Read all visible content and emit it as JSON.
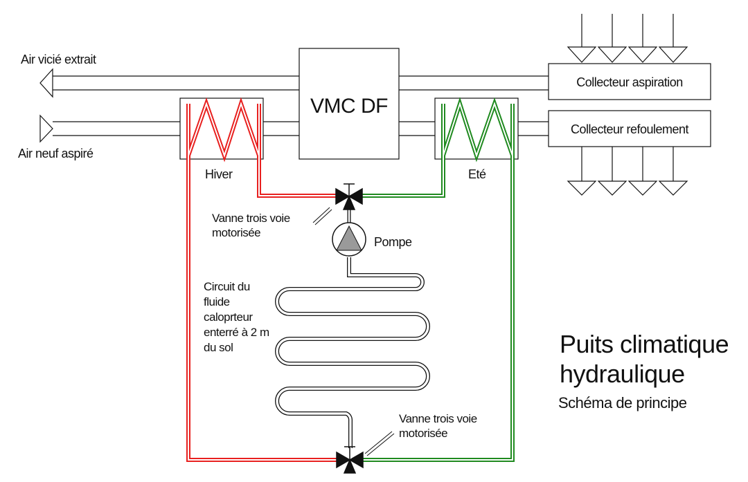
{
  "labels": {
    "air_extract": "Air vicié extrait",
    "air_intake": "Air neuf aspiré",
    "vmc": "VMC DF",
    "collector_suction": "Collecteur aspiration",
    "collector_supply": "Collecteur refoulement",
    "winter": "Hiver",
    "summer": "Eté",
    "valve_top_line1": "Vanne trois voie",
    "valve_top_line2": "motorisée",
    "pump": "Pompe",
    "circuit_line1": "Circuit du",
    "circuit_line2": "fluide",
    "circuit_line3": "caloprteur",
    "circuit_line4": "enterré à 2 m",
    "circuit_line5": "du sol",
    "valve_bottom_line1": "Vanne trois voie",
    "valve_bottom_line2": "motorisée",
    "title_line1": "Puits climatique",
    "title_line2": "hydraulique",
    "subtitle": "Schéma de principe"
  },
  "colors": {
    "winter_pipe": "#e8201f",
    "summer_pipe": "#1f8a1f",
    "line": "#111111"
  }
}
